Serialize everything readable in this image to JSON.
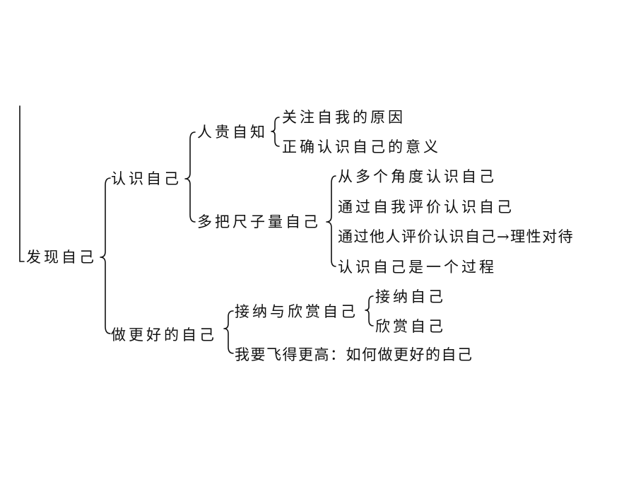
{
  "root": "发现自己",
  "branches": {
    "know_self": {
      "label": "认识自己",
      "self_knowledge": {
        "label": "人贵自知",
        "items": [
          "关注自我的原因",
          "正确认识自己的意义"
        ]
      },
      "measure": {
        "label": "多把尺子量自己",
        "items": [
          "从多个角度认识自己",
          "通过自我评价认识自己",
          "通过他人评价认识自己→理性对待",
          "认识自己是一个过程"
        ]
      }
    },
    "better_self": {
      "label": "做更好的自己",
      "accept": {
        "label": "接纳与欣赏自己",
        "items": [
          "接纳自己",
          "欣赏自己"
        ]
      },
      "fly": "我要飞得更高：如何做更好的自己"
    }
  }
}
